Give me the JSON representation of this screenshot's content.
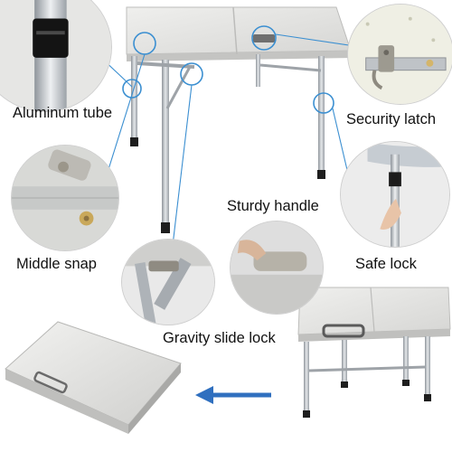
{
  "labels": {
    "aluminum_tube": "Aluminum tube",
    "security_latch": "Security latch",
    "sturdy_handle": "Sturdy handle",
    "middle_snap": "Middle snap",
    "safe_lock": "Safe lock",
    "gravity_slide_lock": "Gravity slide lock"
  },
  "colors": {
    "callout_line": "#3b8fd1",
    "arrow": "#2f6fbf",
    "aluminum": "#b9bdc2",
    "tabletop": "#e2e2e0"
  },
  "icons": {
    "arrow": "arrow-left-icon"
  }
}
